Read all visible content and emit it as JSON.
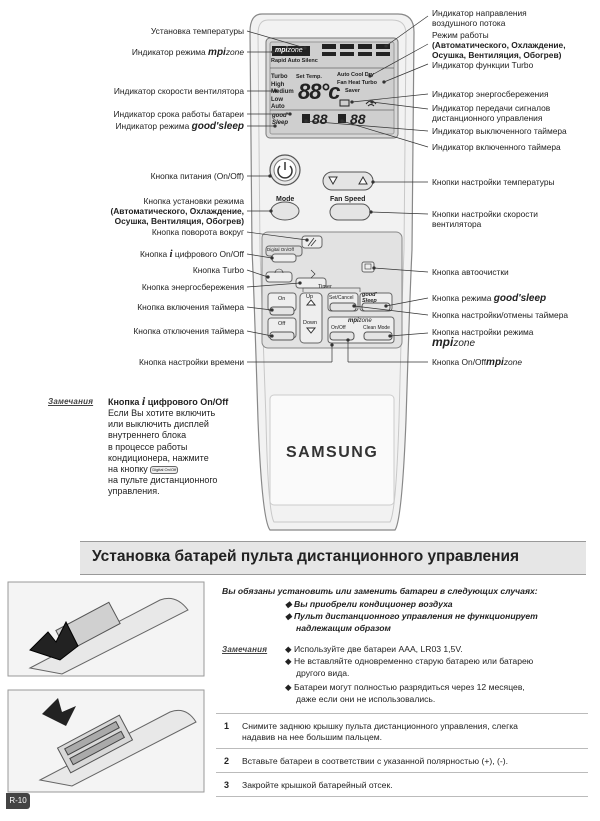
{
  "remote": {
    "brand": "SAMSUNG",
    "lcd": {
      "mpi_brand": "mpi",
      "mpi_zone": "zone",
      "rapid_row": "Rapid Auto Silenc",
      "set_temp": "Set Temp.",
      "fan_speeds": [
        "Turbo",
        "High",
        "Medium",
        "Low",
        "Auto"
      ],
      "temp_display": "88°c",
      "modes_row1": "Auto Cool Dry",
      "modes_row2": "Fan Heat Turbo",
      "saver": "Saver",
      "good_sleep_line1": "good'",
      "good_sleep_line2": "Sleep",
      "timer_display": "88",
      "timer_display2": "88"
    },
    "buttons": {
      "mode": "Mode",
      "fan_speed": "Fan Speed",
      "digital": "Digital On/Off",
      "timer": "Timer",
      "on": "On",
      "off": "Off",
      "up": "Up",
      "down": "Down",
      "set_cancel": "Set/Cancel",
      "good_sleep_1": "good'",
      "good_sleep_2": "Sleep",
      "mpi_brand": "mpi",
      "mpi_zone": "zone",
      "mpi_onoff": "On/Off",
      "clean_mode": "Clean Mode"
    }
  },
  "labels_left": {
    "set_temp": "Установка температуры",
    "mpi_prefix": "Индикатор режима",
    "mpi_brand": "mpi",
    "mpi_zone": "zone",
    "fan_speed_ind": "Индикатор скорости вентилятора",
    "battery_ind": "Индикатор срока работы батареи",
    "good_sleep_prefix": "Индикатор режима",
    "good_sleep_brand": "good'sleep",
    "power": "Кнопка питания (On/Off)",
    "mode_line1": "Кнопка установки режима",
    "mode_line2": "(Автоматического, Охлаждение,",
    "mode_line3": "Осушка, Вентиляция, Обогрев)",
    "swing": "Кнопка поворота вокруг",
    "digital_prefix": "Кнопка",
    "digital_suffix": "цифрового On/Off",
    "turbo": "Кнопка Turbo",
    "energy": "Кнопка энергосбережения",
    "timer_on": "Кнопка включения таймера",
    "timer_off": "Кнопка отключения таймера",
    "time_set": "Кнопка настройки времени"
  },
  "labels_right": {
    "airflow_line1": "Индикатор направления",
    "airflow_line2": "воздушного потока",
    "mode_line1": "Режим работы",
    "mode_line2": "(Автоматического, Охлаждение,",
    "mode_line3": "Осушка, Вентиляция, Обогрев)",
    "turbo_ind": "Индикатор функции Turbo",
    "energy_ind": "Индикатор энергосбережения",
    "transmit_line1": "Индикатор передачи сигналов",
    "transmit_line2": "дистанционного управления",
    "timer_off_ind": "Индикатор выключенного таймера",
    "timer_on_ind": "Индикатор включенного таймера",
    "temp_buttons": "Кнопки настройки температуры",
    "fan_buttons_line1": "Кнопки настройки скорости",
    "fan_buttons_line2": "вентилятора",
    "autoclean": "Кнопка автоочистки",
    "good_sleep_prefix": "Кнопка режима",
    "good_sleep_brand": "good'sleep",
    "timer_set": "Кнопка настройки/отмены таймера",
    "mpi_mode_line1": "Кнопка настройки режима",
    "mpi_mode_brand": "mpi",
    "mpi_mode_zone": "zone",
    "mpi_onoff_prefix": "Кнопка On/Off",
    "mpi_onoff_brand": "mpi",
    "mpi_onoff_zone": "zone"
  },
  "note": {
    "tag": "Замечания",
    "heading_prefix": "Кнопка",
    "heading_suffix": "цифрового On/Off",
    "lines": [
      "Если Вы хотите включить",
      "или выключить дисплей",
      "внутреннего блока",
      "в процессе работы",
      "кондиционера, нажмите"
    ],
    "line_button_prefix": "на кнопку",
    "line_button_label": "Digital On/Off",
    "lines_after": [
      "на пульте дистанционного",
      "управления."
    ]
  },
  "battery": {
    "title": "Установка батарей пульта дистанционного управления",
    "intro": "Вы обязаны установить или заменить батареи в следующих случаях:",
    "bullets": [
      "Вы приобрели кондиционер воздуха",
      "Пульт дистанционного управления не функционирует",
      "надлежащим образом"
    ],
    "notes_tag": "Замечания",
    "notes": [
      "Используйте две батареи AAA, LR03 1,5V.",
      "Не вставляйте одновременно старую батарею или батарею",
      "другого вида.",
      "Батареи могут полностью разрядиться через 12 месяцев,",
      "даже если они не использовались."
    ],
    "steps": [
      {
        "num": "1",
        "line1": "Снимите заднюю крышку пульта дистанционного управления, слегка",
        "line2": "надавив на нее большим пальцем."
      },
      {
        "num": "2",
        "line1": "Вставьте батареи в соответствии с указанной полярностью (+), (-).",
        "line2": ""
      },
      {
        "num": "3",
        "line1": "Закройте крышкой батарейный отсек.",
        "line2": ""
      }
    ]
  },
  "page_number": "R-10"
}
